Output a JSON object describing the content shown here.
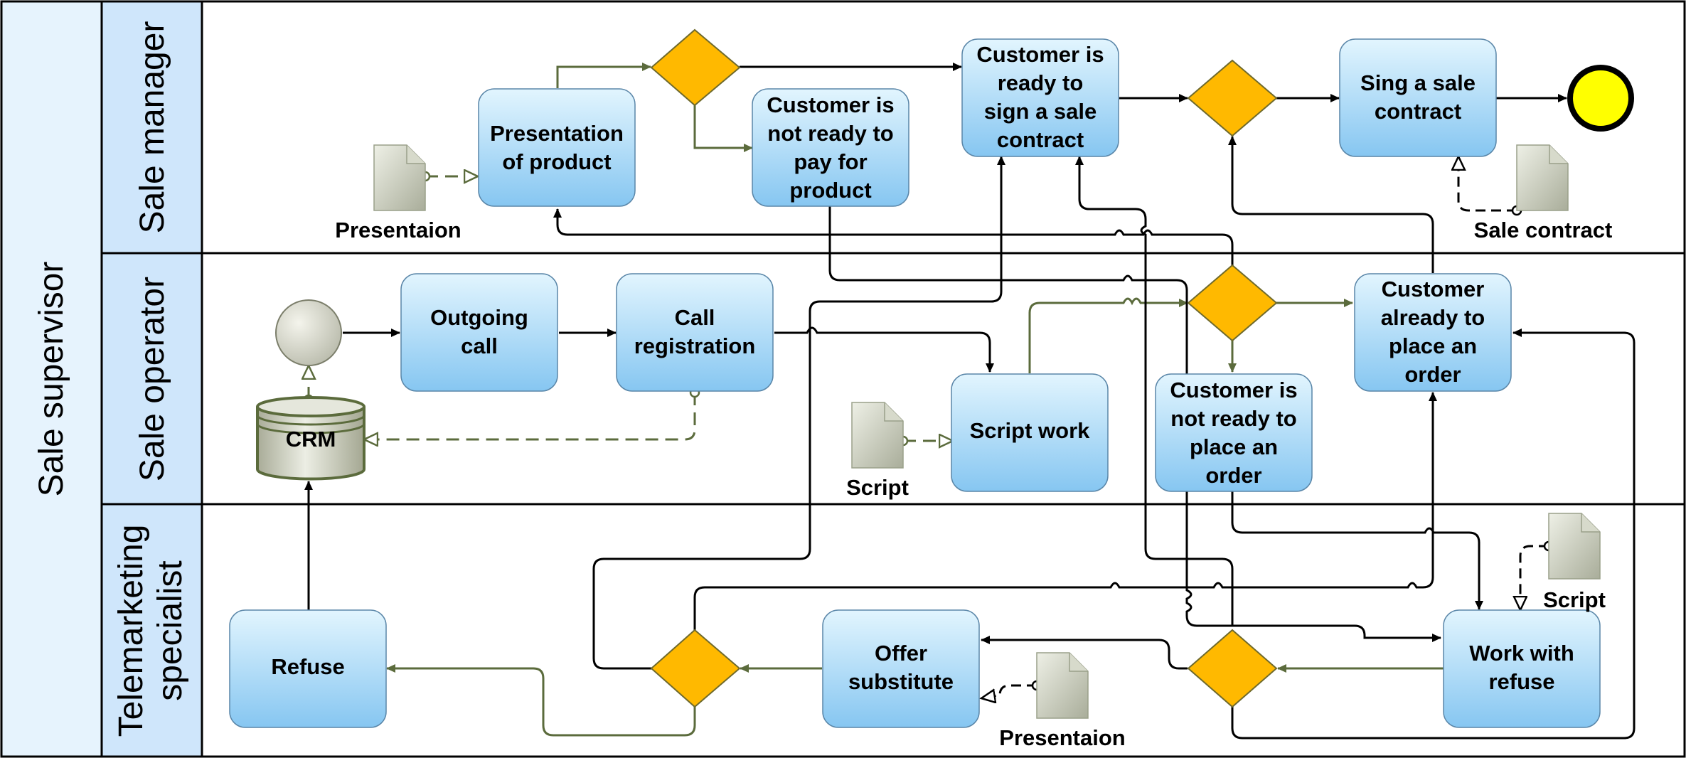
{
  "pool": {
    "title": "Sale supervisor"
  },
  "lanes": {
    "manager": "Sale manager",
    "operator": "Sale operator",
    "telemarketing_line1": "Telemarketing",
    "telemarketing_line2": "specialist"
  },
  "tasks": {
    "presentation": [
      "Presentation",
      "of product"
    ],
    "not_ready_pay": [
      "Customer is",
      "not ready to",
      "pay for",
      "product"
    ],
    "ready_sign": [
      "Customer is",
      "ready to",
      "sign a sale",
      "contract"
    ],
    "sing_contract": [
      "Sing a sale",
      "contract"
    ],
    "outgoing_call": [
      "Outgoing",
      "call"
    ],
    "call_registration": [
      "Call",
      "registration"
    ],
    "script_work": [
      "Script work"
    ],
    "not_ready_order": [
      "Customer is",
      "not ready to",
      "place an",
      "order"
    ],
    "ready_order": [
      "Customer",
      "already to",
      "place an",
      "order"
    ],
    "refuse": [
      "Refuse"
    ],
    "offer_substitute": [
      "Offer",
      "substitute"
    ],
    "work_refuse": [
      "Work with",
      "refuse"
    ]
  },
  "artifacts": {
    "presentation_doc": "Presentaion",
    "sale_contract_doc": "Sale contract",
    "script_doc": "Script",
    "script_doc_2": "Script",
    "presentation_doc_2": "Presentaion",
    "crm": "CRM"
  },
  "colors": {
    "task_top": "#dff3fd",
    "task_bottom": "#8ccbf3",
    "task_stroke": "#4f7fa6",
    "gateway": "#ffb900",
    "gateway_stroke": "#7a6a1c",
    "end_event": "#ffff00",
    "lane_header": "#cfe6fb",
    "pool_header": "#e6f3fd",
    "green_flow": "#5b6b3c"
  }
}
